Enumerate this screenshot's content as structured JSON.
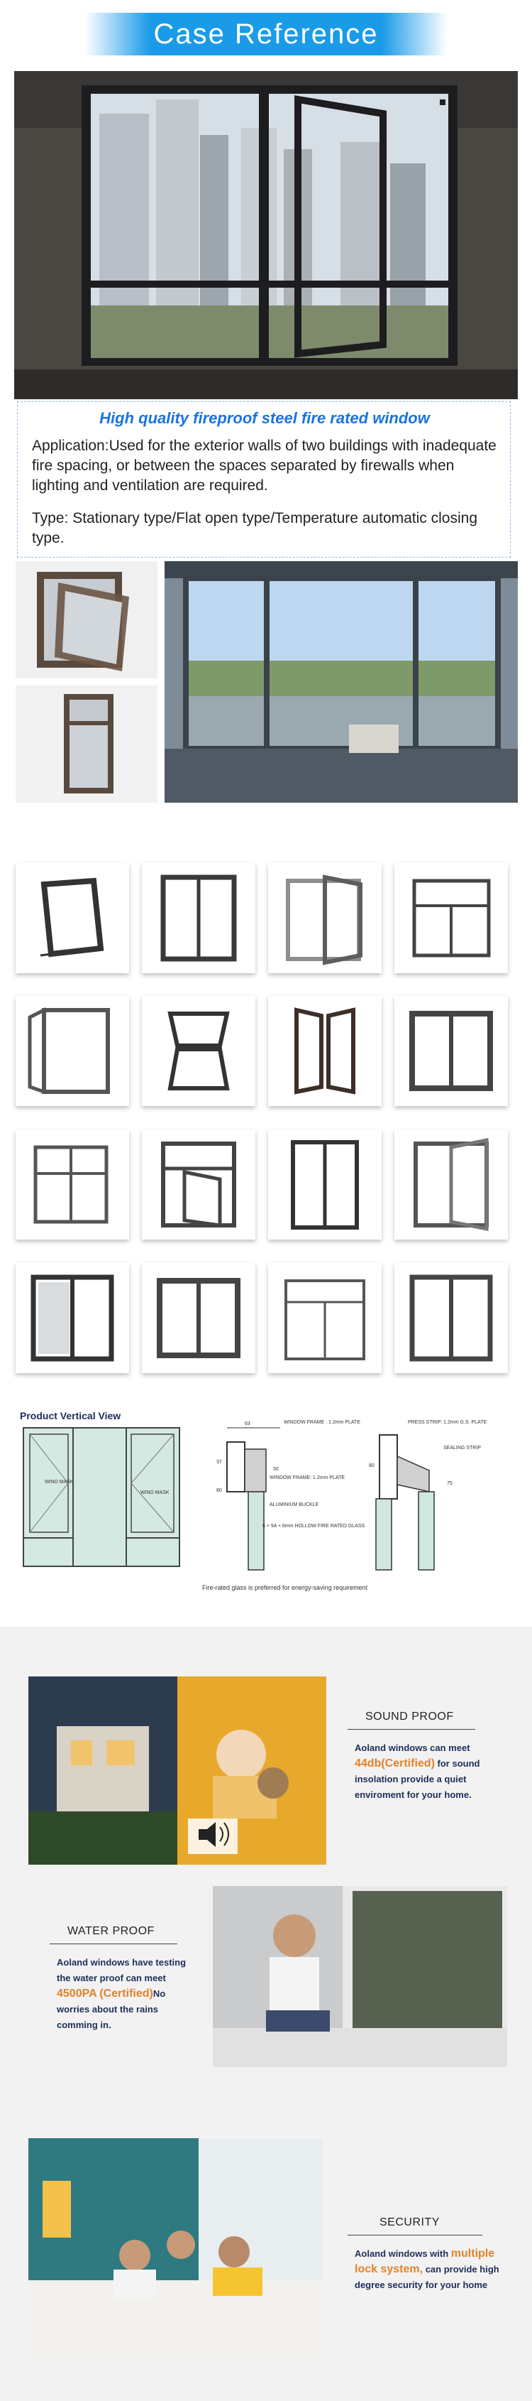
{
  "banner": {
    "title": "Case Reference"
  },
  "fire_window": {
    "title": "High quality fireproof steel fire rated window",
    "application": "Application:Used for the exterior walls of two buildings with inadequate fire spacing, or between the spaces separated by firewalls when lighting and ventilation are required.",
    "type": "Type: Stationary type/Flat open type/Temperature automatic closing type."
  },
  "vertical_view": {
    "title": "Product Vertical View",
    "note": "Fire-rated glass is preferred for energy-saving requirement",
    "labels": {
      "window_frame": "WINDOW FRAME : 1.2mm PLATE",
      "window_frame2": "WINDOW FRAME: 1.2mm PLATE",
      "aluminium_buckle": "ALUMINIUM BUCKLE",
      "glass": "6 + 9A + 6mm HOLLOW FIRE RATED GLASS",
      "press_strip": "PRESS STRIP: 1.2mm G.S. PLATE",
      "sealing_strip": "SEALING STRIP",
      "wind_mask": "WIND MASK",
      "dim_63": "63",
      "dim_50": "50",
      "dim_80a": "80",
      "dim_80b": "80",
      "dim_37": "37",
      "dim_75": "75"
    }
  },
  "features": {
    "sound": {
      "title": "SOUND PROOF",
      "text_a": "Aoland windows can meet",
      "highlight": "44db(Certified)",
      "text_b": "for sound insolation provide a quiet enviroment for your home."
    },
    "water": {
      "title": "WATER PROOF",
      "text_a": "Aoland windows have testing the water proof can meet",
      "highlight_a": "4500PA",
      "highlight_b": "(Certified)",
      "text_b": "No worries about the rains comming in."
    },
    "security": {
      "title": "SECURITY",
      "text_a": "Aoland windows with",
      "highlight": "multiple lock system,",
      "text_b": "can provide high degree security for your home"
    }
  }
}
